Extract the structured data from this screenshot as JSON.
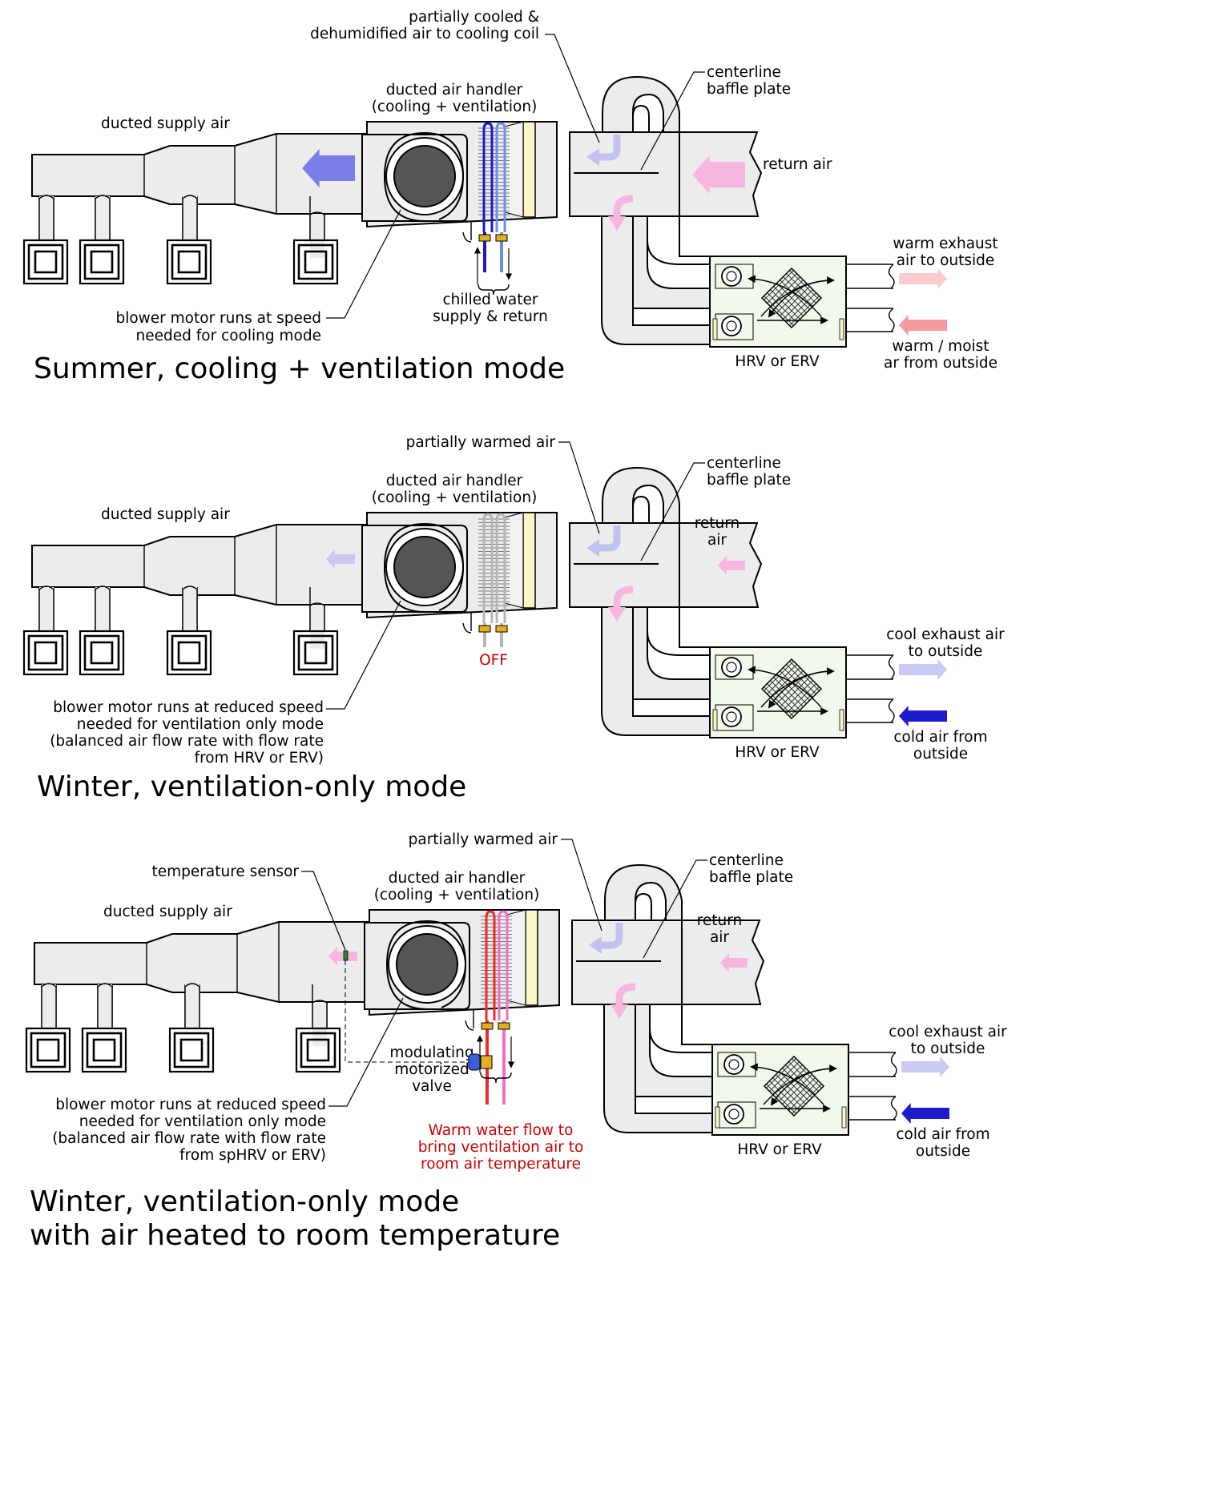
{
  "panels": [
    {
      "id": "summer",
      "title_lines": [
        "Summer, cooling + ventilation mode"
      ],
      "labels": {
        "supply": [
          "ducted supply air"
        ],
        "handler": [
          "ducted air handler",
          "(cooling + ventilation)"
        ],
        "coil_air": [
          "partially cooled &",
          "dehumidified air to cooling coil"
        ],
        "baffle": [
          "centerline",
          "baffle plate"
        ],
        "return": [
          "return air"
        ],
        "blower": [
          "blower motor runs at speed",
          "needed for cooling mode"
        ],
        "water": [
          "chilled water",
          "supply & return"
        ],
        "exhaust": [
          "warm exhaust",
          "air to outside"
        ],
        "intake": [
          "warm / moist",
          "ar from outside"
        ],
        "hrv": [
          "HRV or ERV"
        ]
      },
      "coil_state": "chilled",
      "supply_arrow_color": "#7b7ee8",
      "return_arrow_color": "#f7b6df",
      "exhaust_arrow_color": "#f9cdd0",
      "intake_arrow_color": "#f29aa0"
    },
    {
      "id": "winter",
      "title_lines": [
        "Winter, ventilation-only mode"
      ],
      "labels": {
        "supply": [
          "ducted supply air"
        ],
        "handler": [
          "ducted air handler",
          "(cooling + ventilation)"
        ],
        "coil_air": [
          "partially warmed air"
        ],
        "baffle": [
          "centerline",
          "baffle plate"
        ],
        "return": [
          "return",
          "air"
        ],
        "blower": [
          "blower motor runs at reduced speed",
          "needed for ventilation only mode",
          "(balanced air flow rate with flow rate",
          "from HRV or ERV)"
        ],
        "water": [
          "OFF"
        ],
        "exhaust": [
          "cool exhaust air",
          "to outside"
        ],
        "intake": [
          "cold air from",
          "outside"
        ],
        "hrv": [
          "HRV or ERV"
        ]
      },
      "coil_state": "off",
      "supply_arrow_color": "#c9c9f2",
      "return_arrow_color": "#f7b6df",
      "exhaust_arrow_color": "#c9c9f5",
      "intake_arrow_color": "#1c1ccc"
    },
    {
      "id": "winter-heated",
      "title_lines": [
        "Winter, ventilation-only mode",
        "with air heated to room temperature"
      ],
      "labels": {
        "supply": [
          "ducted supply air"
        ],
        "handler": [
          "ducted air handler",
          "(cooling + ventilation)"
        ],
        "coil_air": [
          "partially warmed air"
        ],
        "baffle": [
          "centerline",
          "baffle plate"
        ],
        "return": [
          "return",
          "air"
        ],
        "blower": [
          "blower motor runs at reduced speed",
          "needed for ventilation only mode",
          "(balanced air flow rate with flow rate",
          "from spHRV or ERV)"
        ],
        "water": [
          "Warm water flow to",
          "bring ventilation air to",
          "room air temperature"
        ],
        "exhaust": [
          "cool exhaust air",
          "to outside"
        ],
        "intake": [
          "cold air from",
          "outside"
        ],
        "hrv": [
          "HRV or ERV"
        ],
        "sensor": [
          "temperature sensor"
        ],
        "valve": [
          "modulating",
          "motorized",
          "valve"
        ]
      },
      "coil_state": "heating",
      "supply_arrow_color": "#f7b6df",
      "return_arrow_color": "#f7b6df",
      "exhaust_arrow_color": "#c9c9f5",
      "intake_arrow_color": "#1c1ccc"
    }
  ],
  "colors": {
    "chilled_supply": "#1a1ac8",
    "chilled_return": "#6f8de8",
    "hot_supply": "#ee2a2a",
    "hot_return": "#ee6fc8",
    "off_pipe": "#b5b5b5",
    "water_label_red": "#cc0000",
    "coil_air_arrow": "#c2c2f0",
    "filter": "#fbf6c6"
  }
}
